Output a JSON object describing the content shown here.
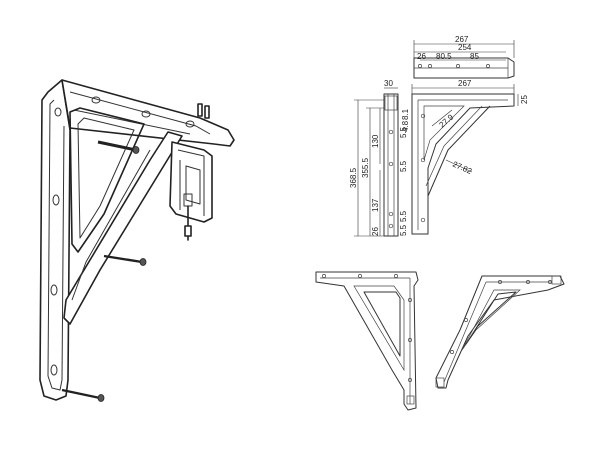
{
  "dimensions": {
    "top_view": {
      "overall": "267",
      "inner": "254",
      "a": "26",
      "b": "80.5",
      "c": "85"
    },
    "front_view": {
      "width": "267",
      "top_thickness": "25",
      "arm_a": "27.9",
      "arm_b": "27.82",
      "hole_a": "4.8",
      "hole_b": "8.1"
    },
    "side_view": {
      "top": "30",
      "total": "368.5",
      "inner": "355.5",
      "upper": "130",
      "lower": "137",
      "base": "26",
      "hole_a": "5.5",
      "hole_b": "5.5",
      "hole_c": "5.5",
      "hole_d": "5.5"
    }
  }
}
